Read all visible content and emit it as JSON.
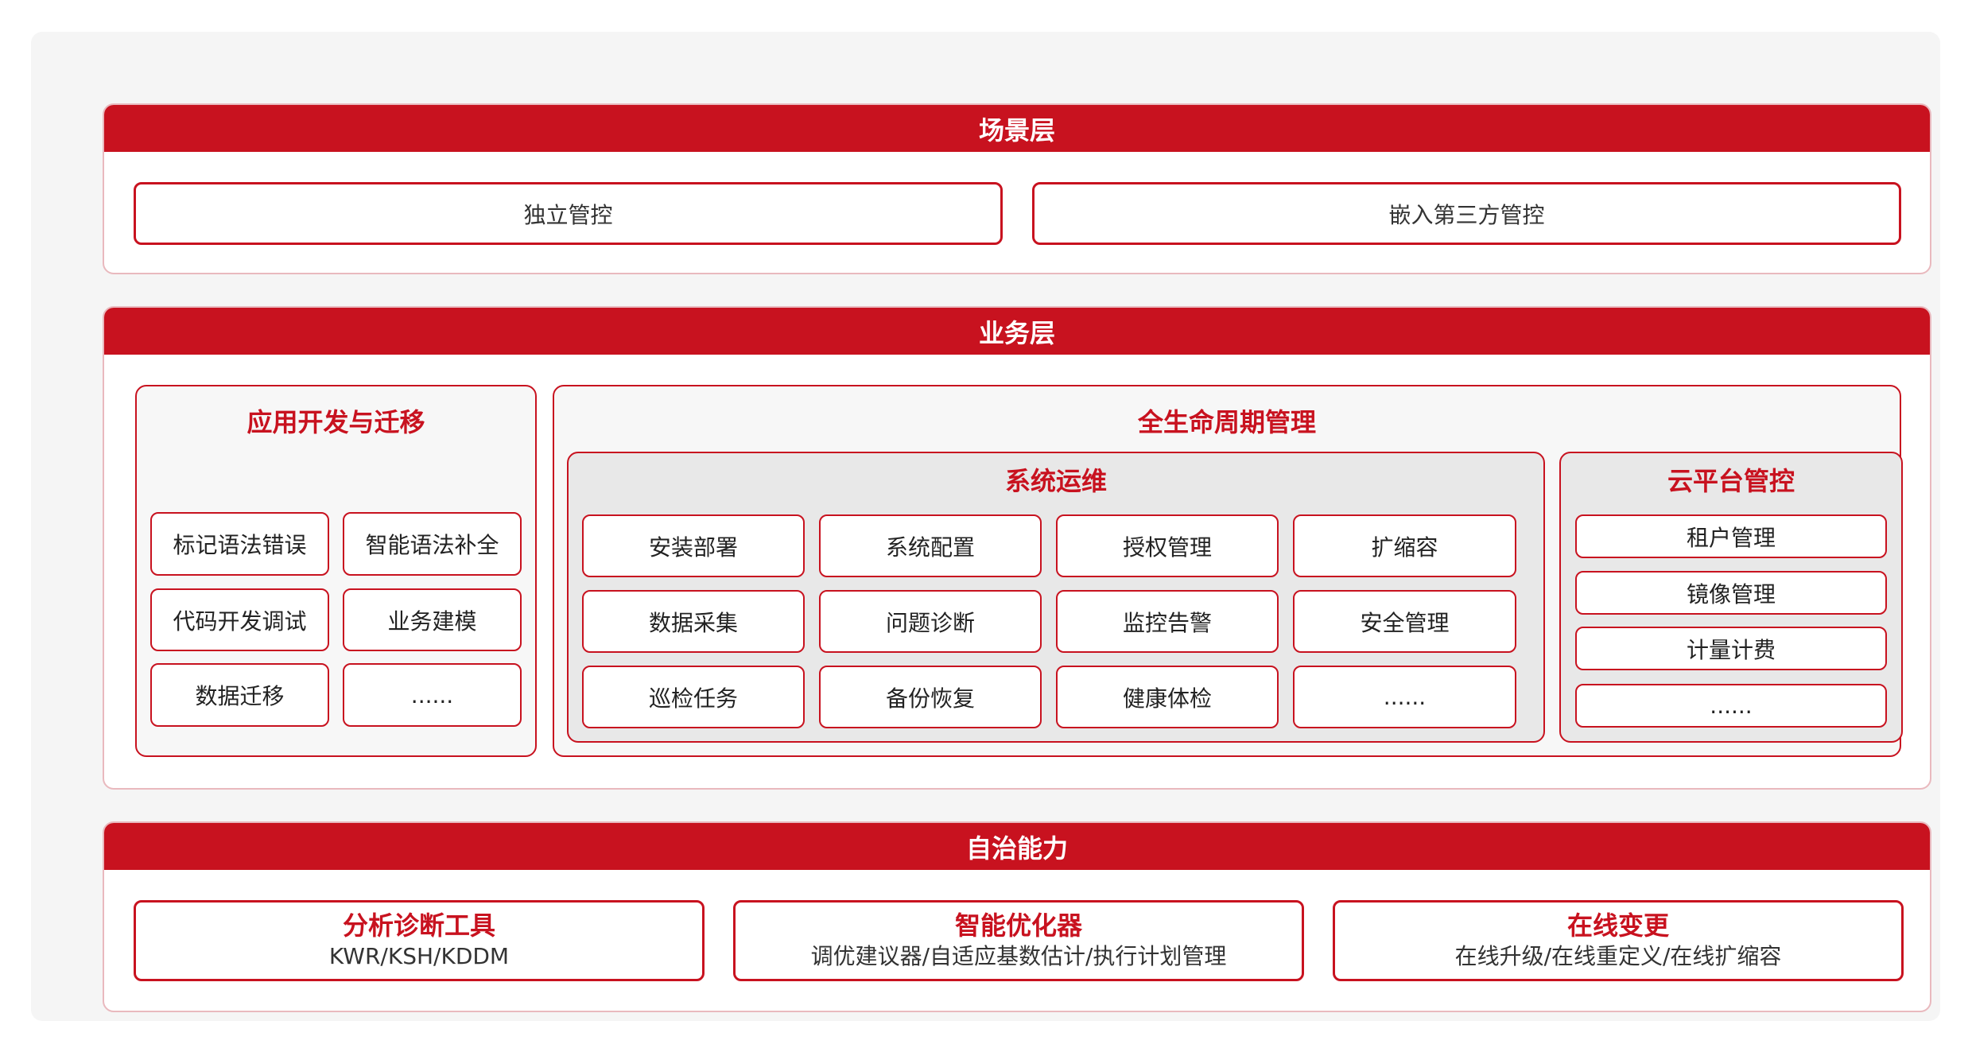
{
  "scene": {
    "title": "场景层",
    "items": [
      "独立管控",
      "嵌入第三方管控"
    ]
  },
  "business": {
    "title": "业务层",
    "app_dev": {
      "title": "应用开发与迁移",
      "items": [
        "标记语法错误",
        "智能语法补全",
        "代码开发调试",
        "业务建模",
        "数据迁移",
        "......"
      ]
    },
    "lifecycle": {
      "title": "全生命周期管理",
      "ops": {
        "title": "系统运维",
        "items": [
          "安装部署",
          "系统配置",
          "授权管理",
          "扩缩容",
          "数据采集",
          "问题诊断",
          "监控告警",
          "安全管理",
          "巡检任务",
          "备份恢复",
          "健康体检",
          "......"
        ]
      },
      "cloud": {
        "title": "云平台管控",
        "items": [
          "租户管理",
          "镜像管理",
          "计量计费",
          "......"
        ]
      }
    }
  },
  "autonomy": {
    "title": "自治能力",
    "items": [
      {
        "title": "分析诊断工具",
        "desc": "KWR/KSH/KDDM"
      },
      {
        "title": "智能优化器",
        "desc": "调优建议器/自适应基数估计/执行计划管理"
      },
      {
        "title": "在线变更",
        "desc": "在线升级/在线重定义/在线扩缩容"
      }
    ]
  },
  "colors": {
    "accent": "#c8121f",
    "layer_border": "#e9b9be",
    "panel_gray": "#e8e8e8",
    "background": "#f5f5f5"
  }
}
